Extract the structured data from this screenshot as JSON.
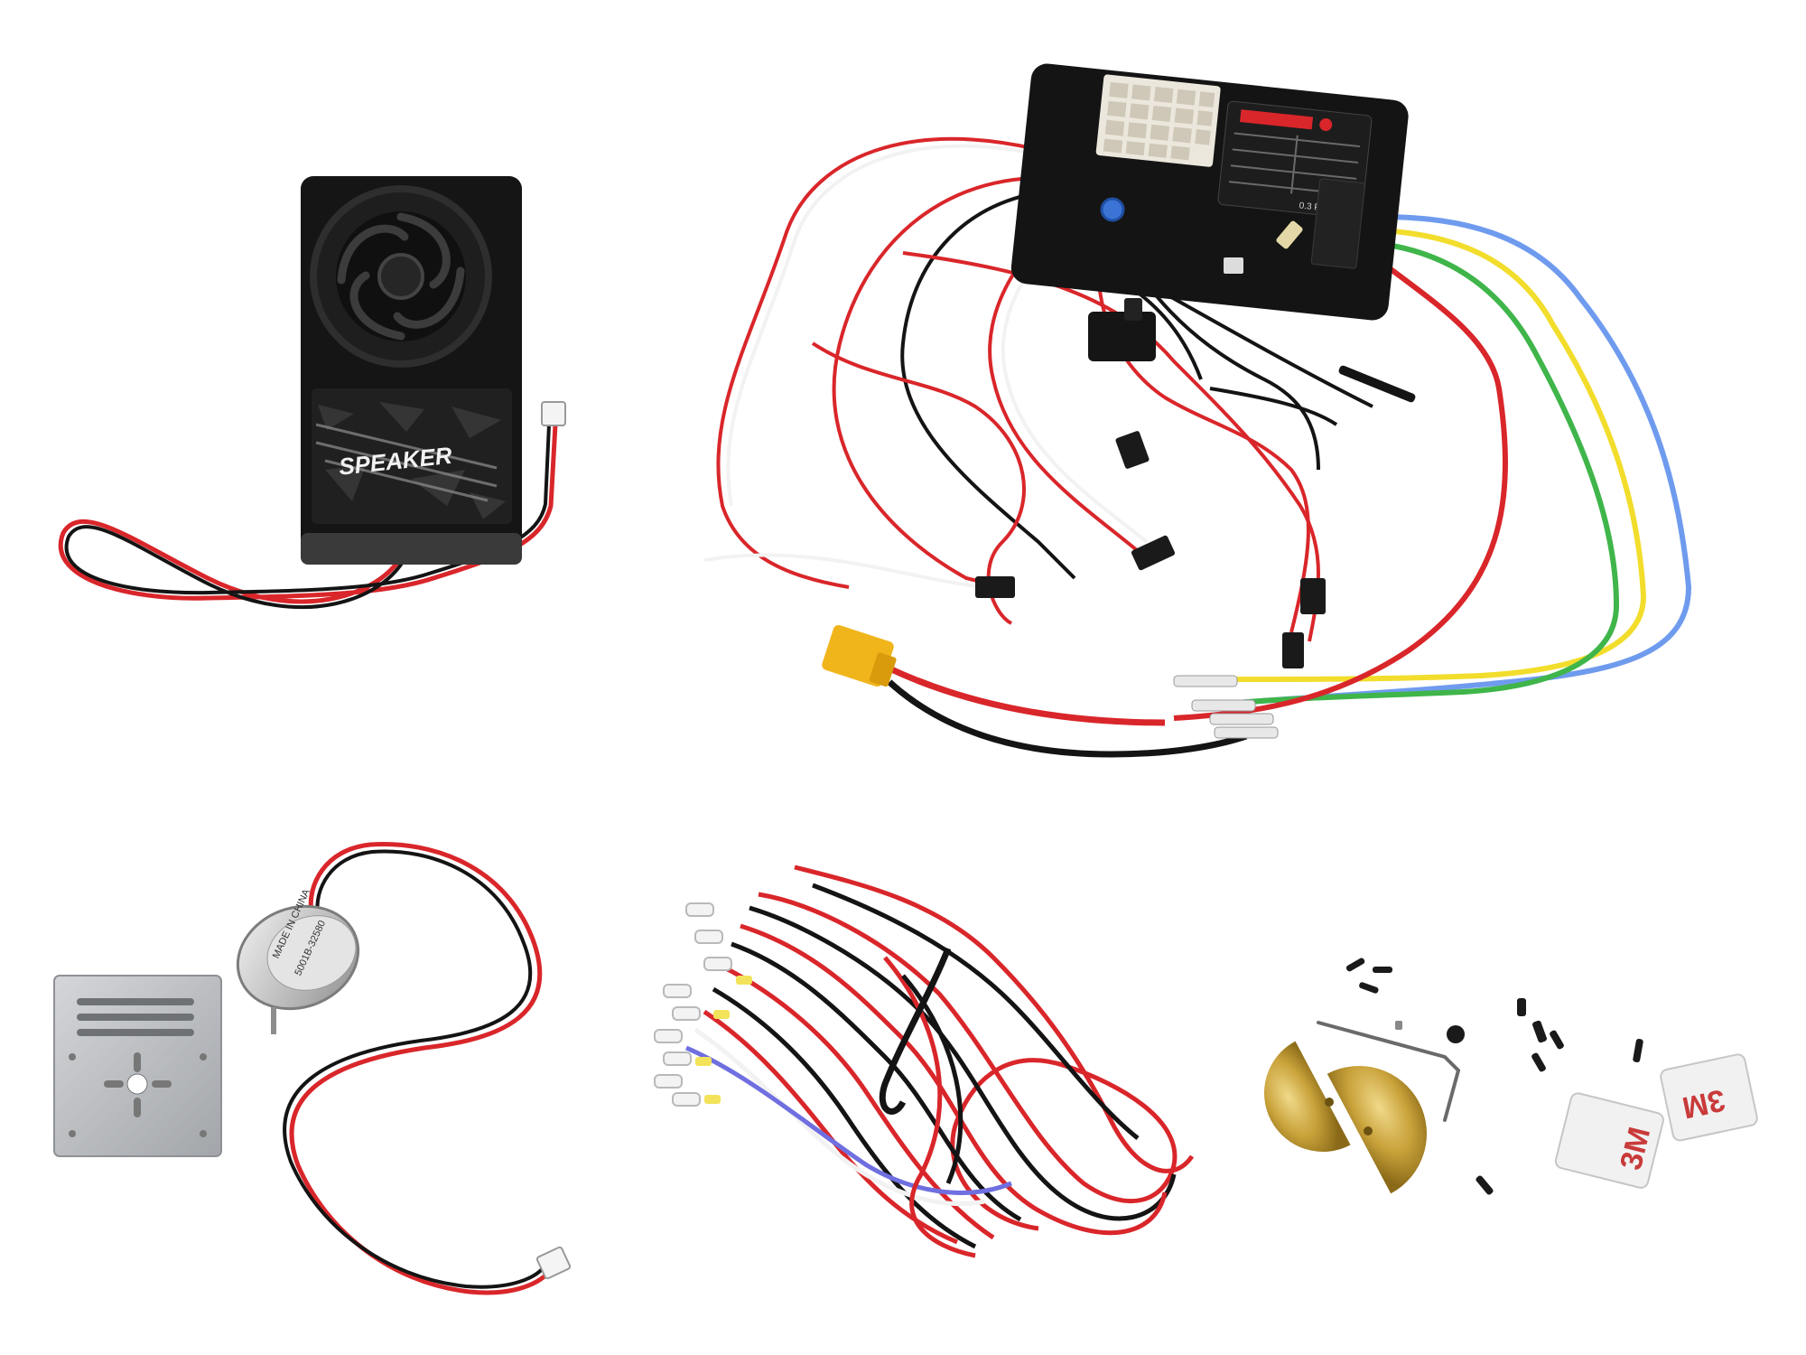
{
  "speaker": {
    "label": "SPEAKER"
  },
  "control_board": {
    "power_label": "0.3 POWER"
  },
  "motor": {
    "line1": "MADE IN CHINA",
    "line2": "5001B-32580"
  },
  "adhesive_pads": {
    "brand": "3M"
  },
  "colors": {
    "background": "#ffffff",
    "enclosure": "#151515",
    "wire_red": "#d9262a",
    "wire_black": "#141414",
    "wire_white": "#f2f2f2",
    "wire_yellow": "#f2dd2c",
    "wire_green": "#3fb54a",
    "wire_blue": "#6f9bee",
    "xt60_connector": "#f1b51c",
    "brass": "#c9a23a",
    "bracket": "#b7b9bc"
  }
}
